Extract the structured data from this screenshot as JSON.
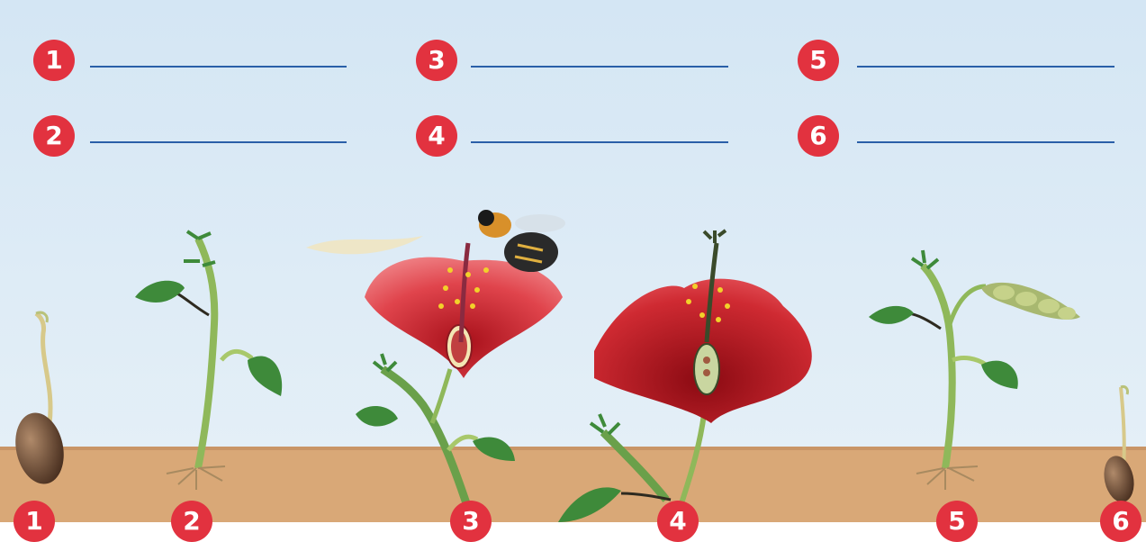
{
  "answer_blanks": [
    {
      "number": "1",
      "value": ""
    },
    {
      "number": "2",
      "value": ""
    },
    {
      "number": "3",
      "value": ""
    },
    {
      "number": "4",
      "value": ""
    },
    {
      "number": "5",
      "value": ""
    },
    {
      "number": "6",
      "value": ""
    }
  ],
  "stages": [
    {
      "number": "1"
    },
    {
      "number": "2"
    },
    {
      "number": "3"
    },
    {
      "number": "4"
    },
    {
      "number": "5"
    },
    {
      "number": "6"
    }
  ],
  "colors": {
    "sky": "#dcebf6",
    "soil": "#d9a877",
    "badge": "#e2323f",
    "answer_line": "#2a5fa8",
    "stem": "#8fb85a",
    "leaf": "#3e8a3a",
    "petal": "#d8303a",
    "seed": "#6b4a30"
  }
}
